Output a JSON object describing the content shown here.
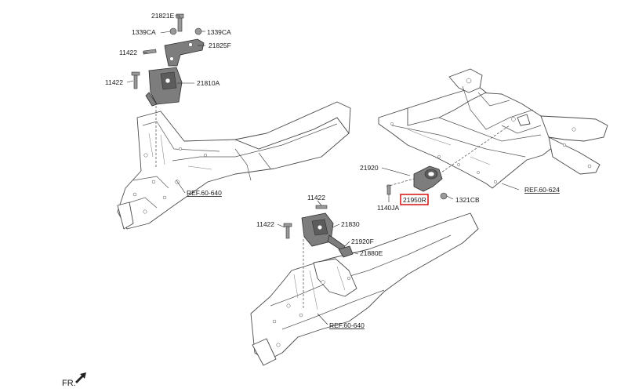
{
  "labels": {
    "p21821E": "21821E",
    "p1339CA_left": "1339CA",
    "p1339CA_right": "1339CA",
    "p21825F": "21825F",
    "p11422_top": "11422",
    "p11422_mid": "11422",
    "p21810A": "21810A",
    "ref_top": "REF.60-640",
    "p21920": "21920",
    "p1140JA": "1140JA",
    "p21950R": "21950R",
    "p1321CB": "1321CB",
    "ref_right": "REF.60-624",
    "p11422_c1": "11422",
    "p11422_c2": "11422",
    "p21830": "21830",
    "p21920F": "21920F",
    "p21880E": "21880E",
    "ref_bottom": "REF.60-640",
    "fr": "FR."
  },
  "highlight": {
    "part": "21950R",
    "color": "#d62020"
  }
}
